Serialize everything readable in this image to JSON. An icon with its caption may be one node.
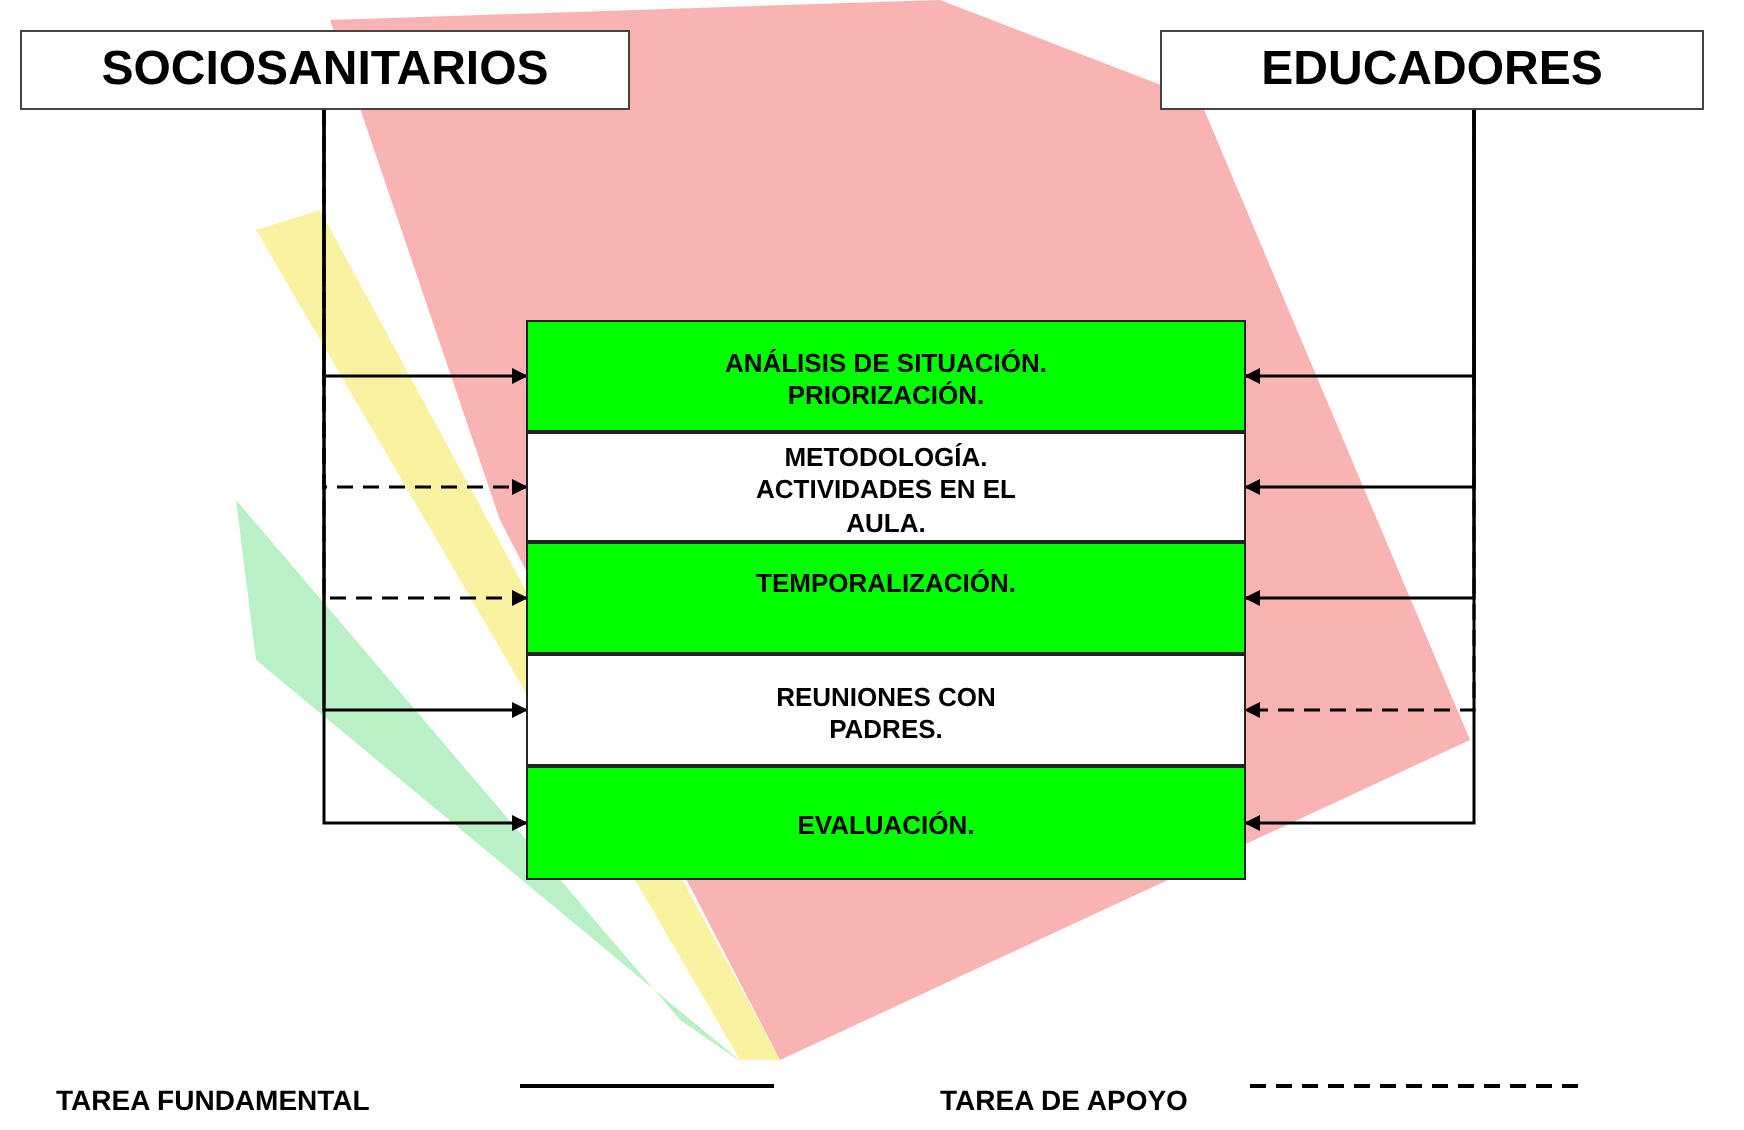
{
  "diagram": {
    "nodes": [
      {
        "text": [
          "SOCIOSANITARIOS"
        ]
      },
      {
        "text": [
          "EDUCADORES"
        ]
      },
      {
        "text": [
          "ANÁLISIS DE SITUACIÓN. PRIORIZACIÓN."
        ]
      },
      {
        "text": [
          "METODOLOGÍA. ACTIVIDADES EN EL AULA."
        ]
      },
      {
        "text": [
          "TEMPORALIZACIÓN."
        ]
      },
      {
        "text": [
          "REUNIONES CON PADRES."
        ]
      },
      {
        "text": [
          "EVALUACIÓN."
        ]
      }
    ],
    "edges": [
      {
        "from": 0,
        "to": 2,
        "arrow": "to"
      },
      {
        "from": 0,
        "to": 3,
        "arrow": "to",
        "style": "dashed"
      },
      {
        "from": 0,
        "to": 4,
        "arrow": "to",
        "style": "dashed"
      },
      {
        "from": 0,
        "to": 5,
        "arrow": "to"
      },
      {
        "from": 0,
        "to": 6,
        "arrow": "to"
      },
      {
        "from": 1,
        "to": 2,
        "arrow": "to"
      },
      {
        "from": 1,
        "to": 3,
        "arrow": "to"
      },
      {
        "from": 1,
        "to": 4,
        "arrow": "to"
      },
      {
        "from": 1,
        "to": 5,
        "arrow": "to",
        "style": "dashed"
      },
      {
        "from": 1,
        "to": 6,
        "arrow": "to"
      }
    ],
    "legend": [
      {
        "text": "TAREA FUNDAMENTAL"
      },
      {
        "text": "TAREA DE APOYO"
      }
    ]
  }
}
